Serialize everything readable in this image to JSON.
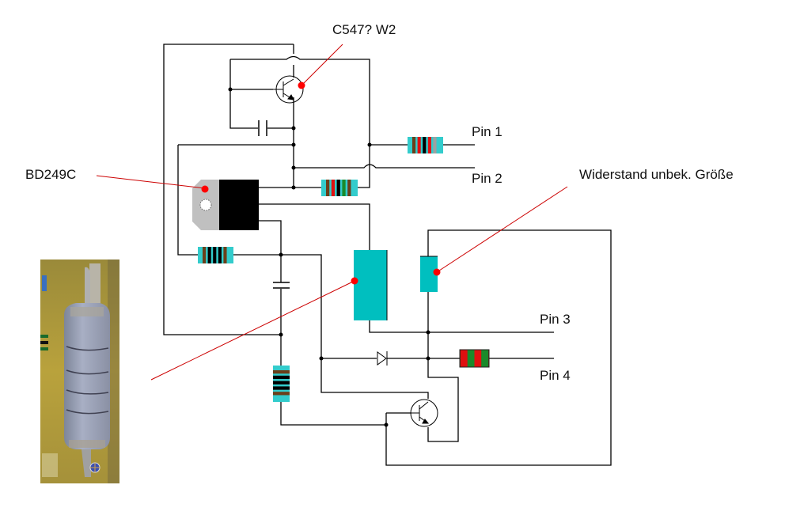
{
  "diagram": {
    "type": "circuit-schematic",
    "labels": {
      "transistor_top": "C547? W2",
      "power_transistor": "BD249C",
      "unknown_resistor": "Widerstand unbek. Größe",
      "pin1": "Pin 1",
      "pin2": "Pin 2",
      "pin3": "Pin 3",
      "pin4": "Pin 4"
    },
    "colors": {
      "wire": "#000000",
      "annotation": "#cc0000",
      "marker": "#ff0000",
      "component_body": "#00bfbf",
      "resistor_body": "#33cccc",
      "band_brown": "#6b3f1a",
      "band_red": "#e01010",
      "band_black": "#000000",
      "band_green": "#1a8a2a",
      "band_grey": "#a0a0a0",
      "heatsink_tab": "#c0c0c0"
    },
    "resistors": [
      {
        "id": "r-pin1",
        "bands": [
          "#6b3f1a",
          "#e01010",
          "#000000",
          "#e01010",
          "#a0a0a0"
        ]
      },
      {
        "id": "r-pin2",
        "bands": [
          "#6b3f1a",
          "#e01010",
          "#000000",
          "#1a8a2a",
          "#6b3f1a"
        ]
      },
      {
        "id": "r-left",
        "bands": [
          "#6b3f1a",
          "#000000",
          "#000000",
          "#000000",
          "#6b3f1a"
        ]
      },
      {
        "id": "r-vertical",
        "bands": [
          "#6b3f1a",
          "#000000",
          "#000000",
          "#000000",
          "#6b3f1a"
        ]
      },
      {
        "id": "r-pin4",
        "bands": [
          "#e01010",
          "#1a8a2a",
          "#e01010",
          "#1a8a2a"
        ]
      }
    ],
    "photo_caption_icon": "crosshair-icon"
  }
}
